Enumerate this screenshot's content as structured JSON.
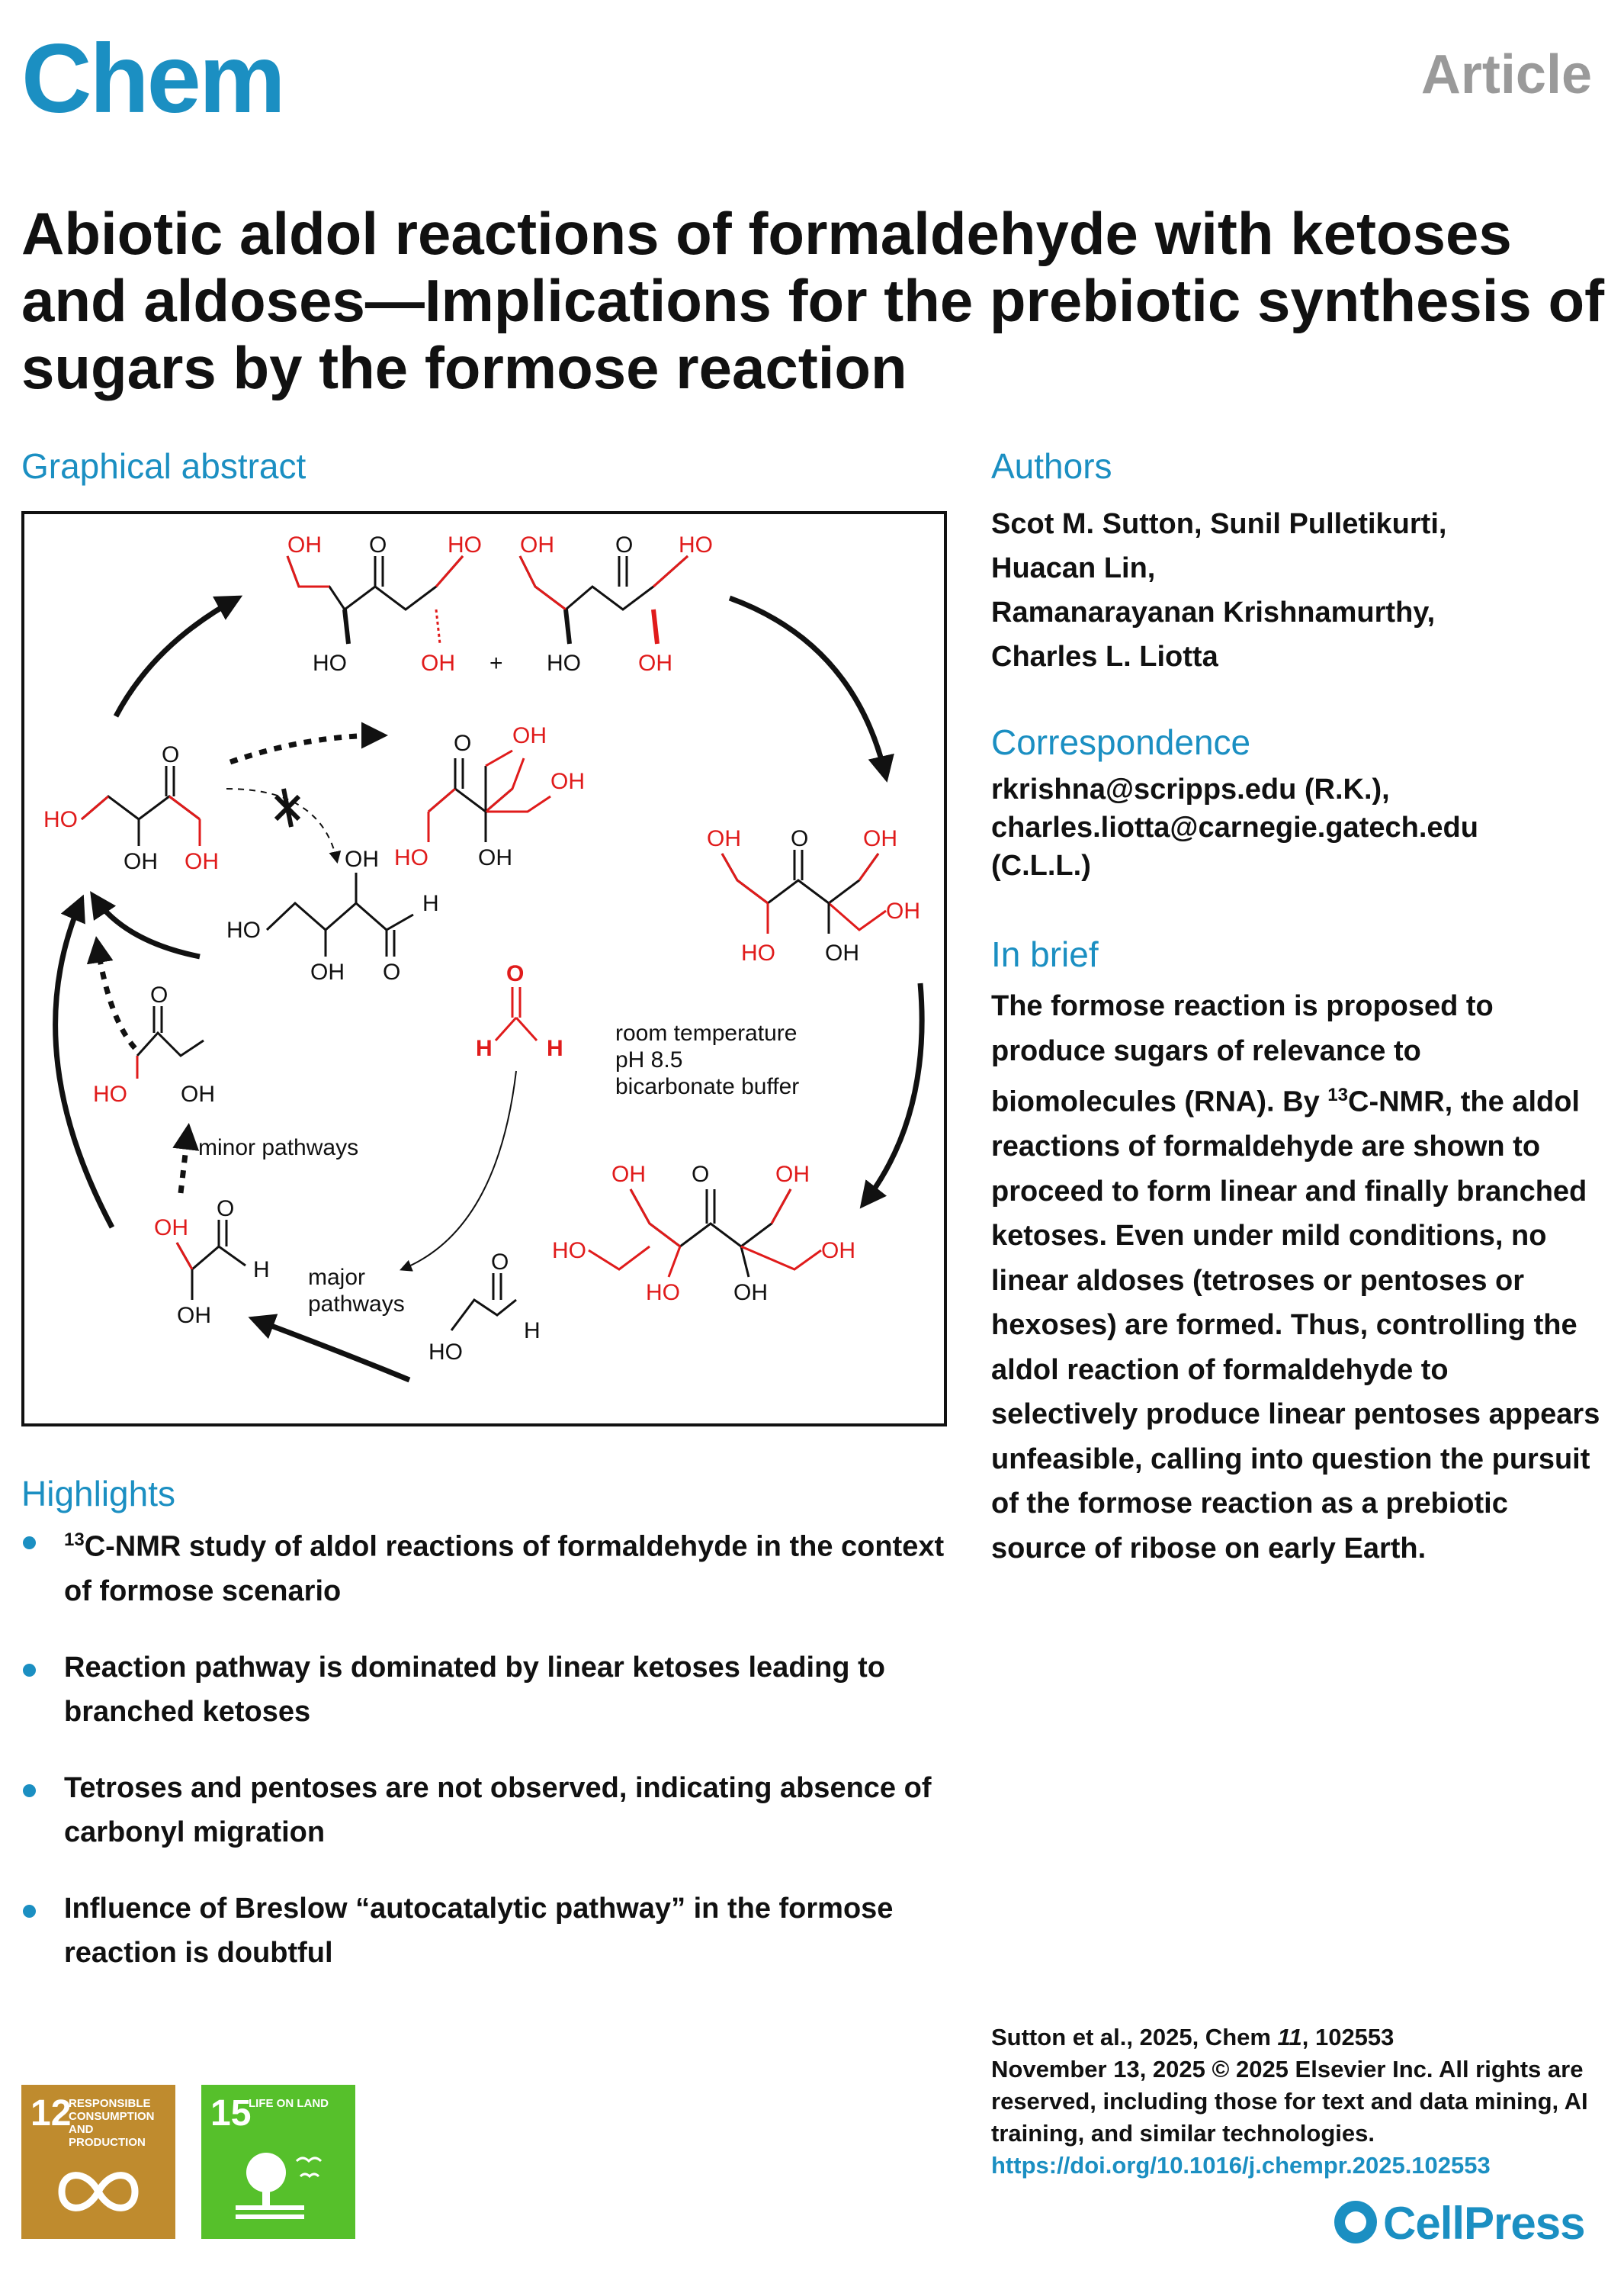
{
  "header": {
    "journal": "Chem",
    "doc_type": "Article"
  },
  "title": "Abiotic aldol reactions of formaldehyde with ketoses and aldoses—Implications for the prebiotic synthesis of sugars by the formose reaction",
  "graphical_abstract": {
    "heading": "Graphical abstract",
    "labels": {
      "plus": "+",
      "conditions": [
        "room temperature",
        "pH 8.5",
        "bicarbonate buffer"
      ],
      "minor": "minor pathways",
      "major": [
        "major",
        "pathways"
      ]
    },
    "colors": {
      "highlight": "#e01b1b",
      "ink": "#111111"
    }
  },
  "authors": {
    "heading": "Authors",
    "lines": [
      "Scot M. Sutton, Sunil Pulletikurti,",
      "Huacan Lin,",
      "Ramanarayanan Krishnamurthy,",
      "Charles L. Liotta"
    ]
  },
  "correspondence": {
    "heading": "Correspondence",
    "lines": [
      "rkrishna@scripps.edu (R.K.),",
      "charles.liotta@carnegie.gatech.edu",
      "(C.L.L.)"
    ]
  },
  "in_brief": {
    "heading": "In brief",
    "text_pre": "The formose reaction is proposed to produce sugars of relevance to biomolecules (RNA). By ",
    "sup": "13",
    "text_post": "C-NMR, the aldol reactions of formaldehyde are shown to proceed to form linear and finally branched ketoses. Even under mild conditions, no linear aldoses (tetroses or pentoses or hexoses) are formed. Thus, controlling the aldol reaction of formaldehyde to selectively produce linear pentoses appears unfeasible, calling into question the pursuit of the formose reaction as a prebiotic source of ribose on early Earth."
  },
  "highlights": {
    "heading": "Highlights",
    "item1_sup": "13",
    "item1_rest": "C-NMR study of aldol reactions of formaldehyde in the context of formose scenario",
    "item2": "Reaction pathway is dominated by linear ketoses leading to branched ketoses",
    "item3": "Tetroses and pentoses are not observed, indicating absence of carbonyl migration",
    "item4": "Influence of Breslow “autocatalytic pathway” in the formose reaction is doubtful"
  },
  "citation": {
    "line1_pre": "Sutton et al., 2025, Chem ",
    "volume": "11",
    "line1_post": ", 102553",
    "line2": "November 13, 2025 © 2025 Elsevier Inc. All rights are reserved, including those for text and data mining, AI training, and similar technologies.",
    "doi": "https://doi.org/10.1016/j.chempr.2025.102553"
  },
  "sdg": [
    {
      "number": "12",
      "label": "RESPONSIBLE CONSUMPTION AND PRODUCTION",
      "color": "#bf8b2e"
    },
    {
      "number": "15",
      "label": "LIFE ON LAND",
      "color": "#56c02b"
    }
  ],
  "publisher": "CellPress"
}
